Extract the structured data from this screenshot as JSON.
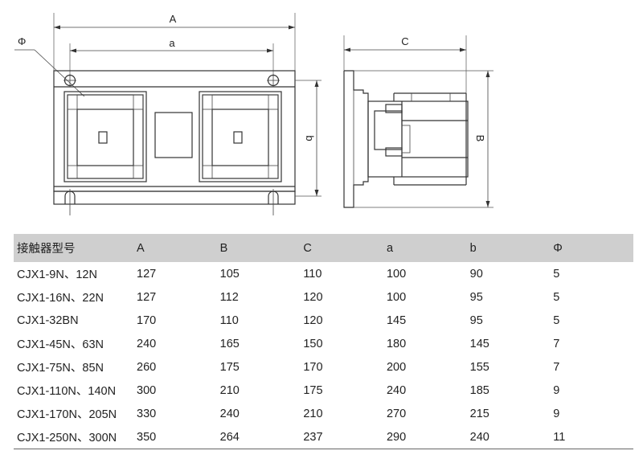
{
  "drawing": {
    "front_view": {
      "width_label": "A",
      "inner_width_label": "a",
      "height_label": "b",
      "hole_label": "Φ"
    },
    "side_view": {
      "depth_label": "C",
      "height_label": "B"
    }
  },
  "table": {
    "headers": [
      "接触器型号",
      "A",
      "B",
      "C",
      "a",
      "b",
      "Φ"
    ],
    "rows": [
      [
        "CJX1-9N、12N",
        "127",
        "105",
        "110",
        "100",
        "90",
        "5"
      ],
      [
        "CJX1-16N、22N",
        "127",
        "112",
        "120",
        "100",
        "95",
        "5"
      ],
      [
        "CJX1-32BN",
        "170",
        "110",
        "120",
        "145",
        "95",
        "5"
      ],
      [
        "CJX1-45N、63N",
        "240",
        "165",
        "150",
        "180",
        "145",
        "7"
      ],
      [
        "CJX1-75N、85N",
        "260",
        "175",
        "170",
        "200",
        "155",
        "7"
      ],
      [
        "CJX1-110N、140N",
        "300",
        "210",
        "175",
        "240",
        "185",
        "9"
      ],
      [
        "CJX1-170N、205N",
        "330",
        "240",
        "210",
        "270",
        "215",
        "9"
      ],
      [
        "CJX1-250N、300N",
        "350",
        "264",
        "237",
        "290",
        "240",
        "11"
      ]
    ]
  }
}
